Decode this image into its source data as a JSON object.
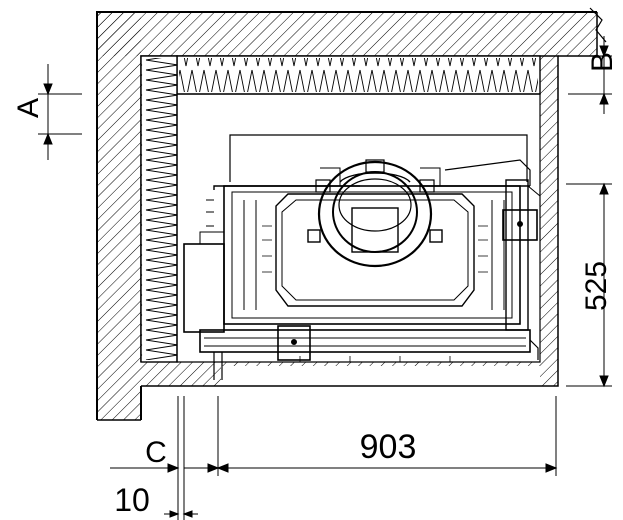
{
  "labels": {
    "label_a": "A",
    "label_b": "B",
    "label_c": "C",
    "dim_width": "903",
    "dim_depth": "525",
    "dim_offset": "10"
  },
  "colors": {
    "line": "#000000",
    "background": "#ffffff"
  },
  "materials": {
    "wall": "diagonal-hatch",
    "insulation": "zigzag-hatch"
  }
}
